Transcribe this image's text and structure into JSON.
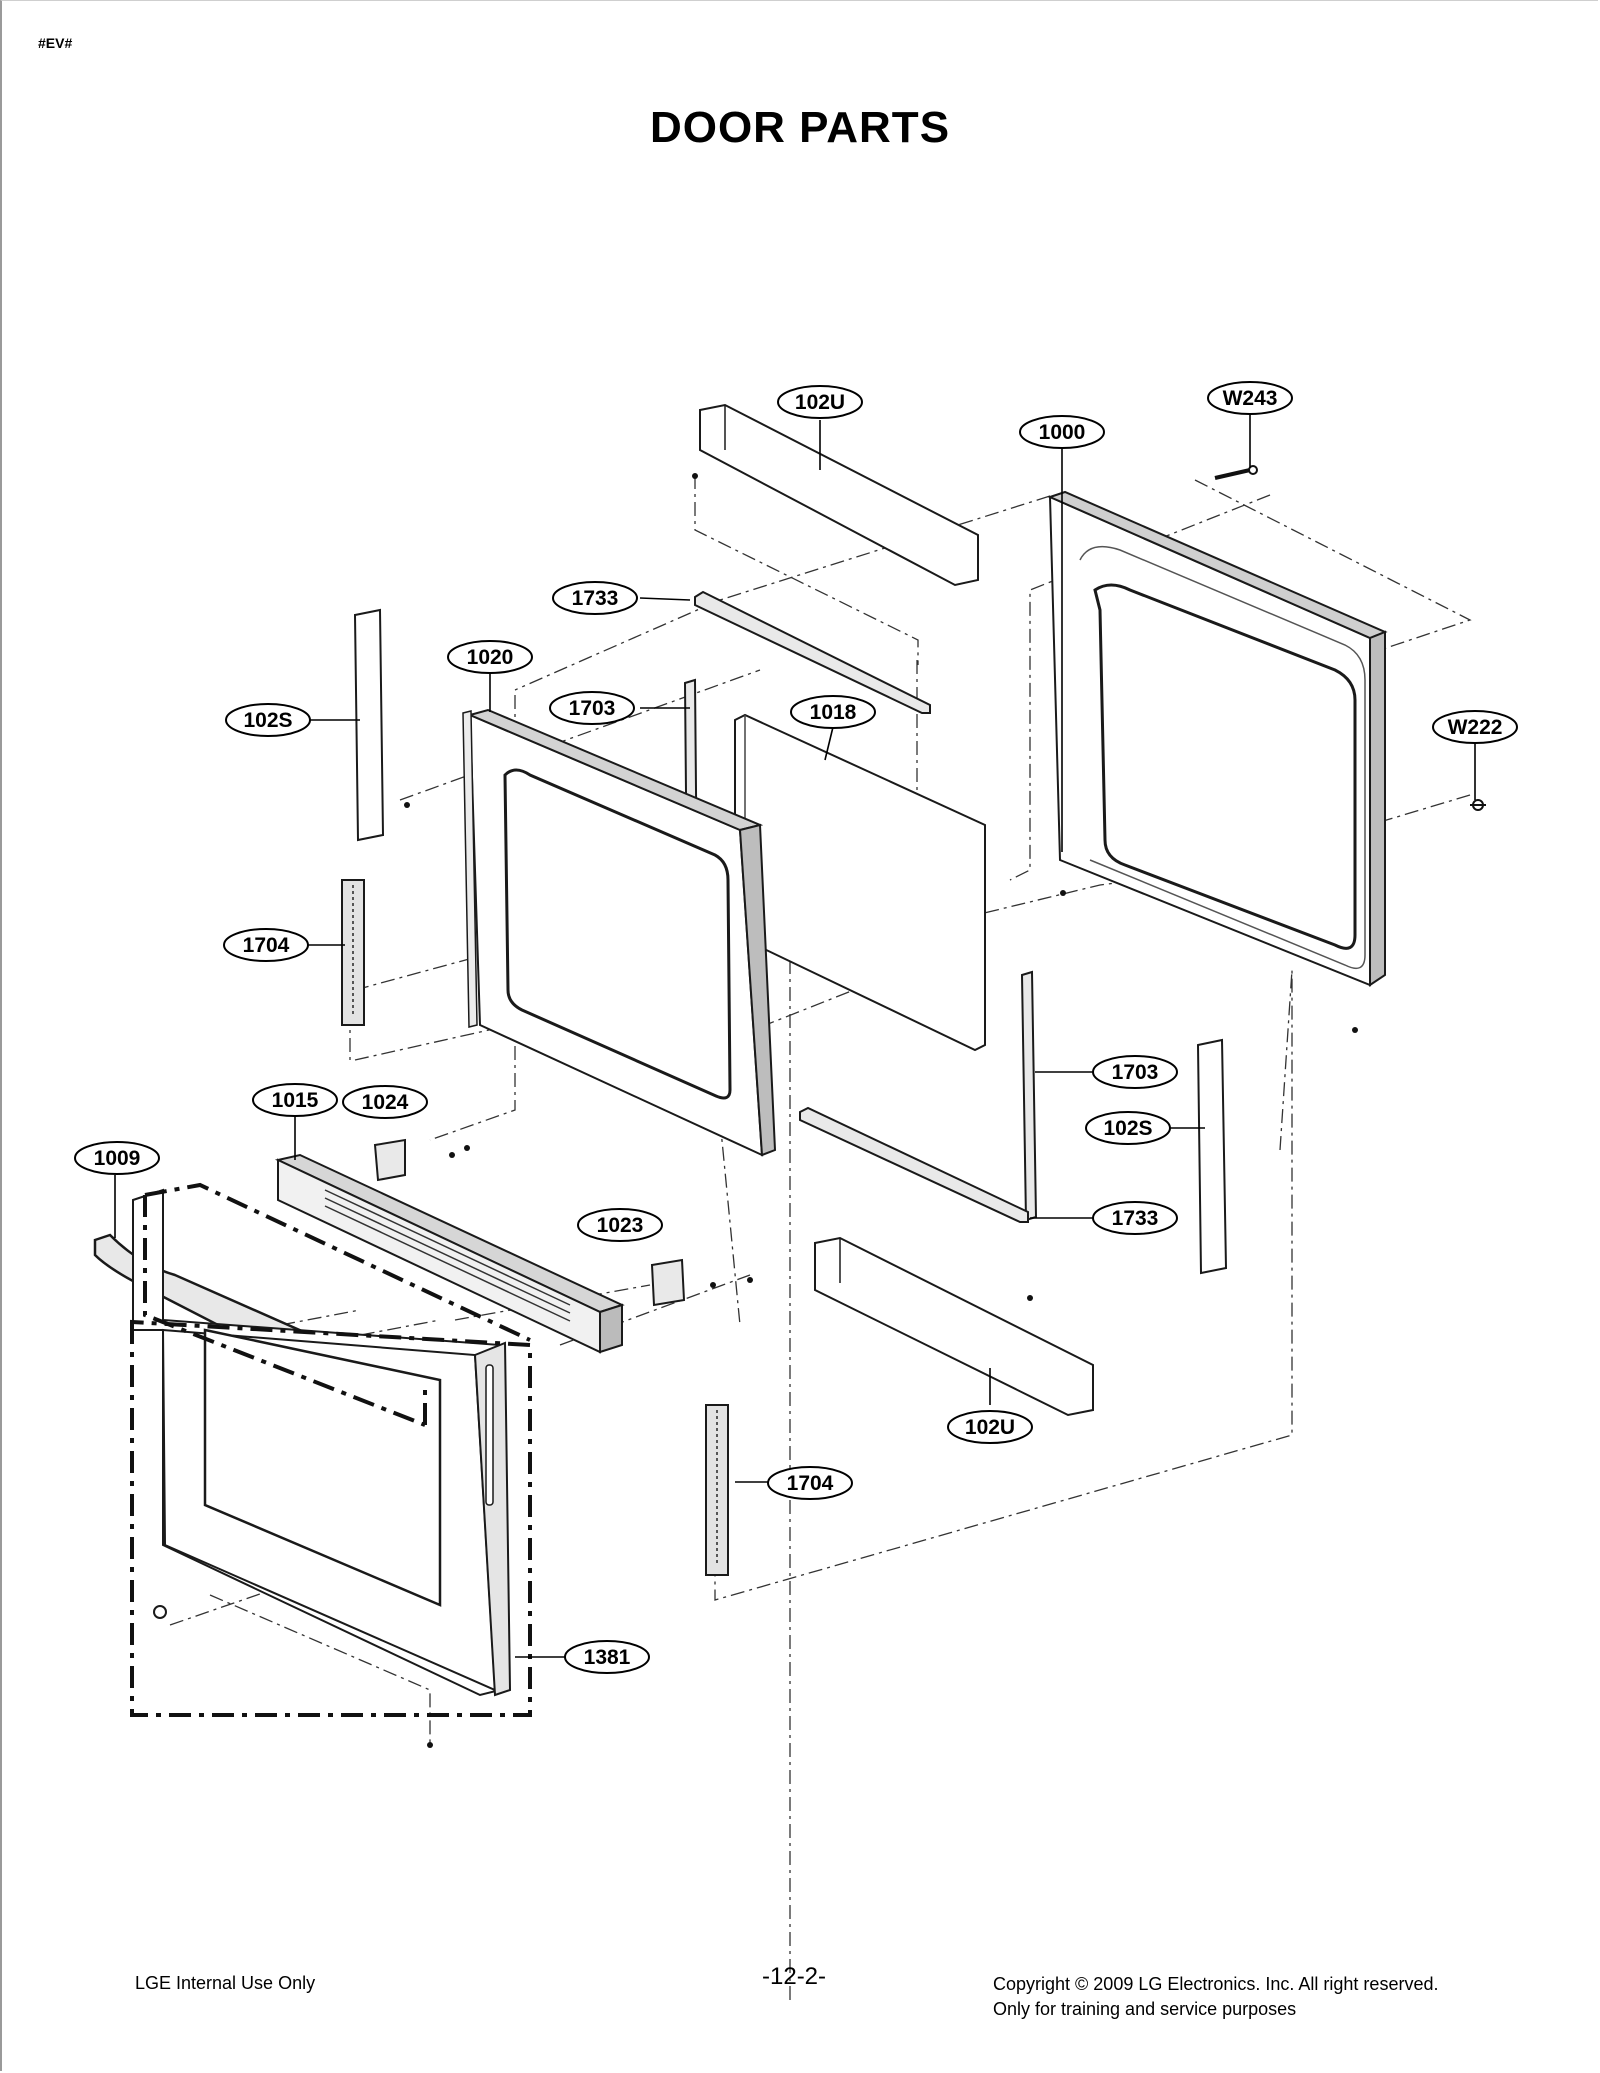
{
  "header": {
    "code": "#EV#",
    "title": "DOOR PARTS"
  },
  "callouts": [
    {
      "id": "102U_top",
      "label": "102U"
    },
    {
      "id": "W243",
      "label": "W243"
    },
    {
      "id": "1000",
      "label": "1000"
    },
    {
      "id": "1733_top",
      "label": "1733"
    },
    {
      "id": "1020",
      "label": "1020"
    },
    {
      "id": "102S_left",
      "label": "102S"
    },
    {
      "id": "1703_top",
      "label": "1703"
    },
    {
      "id": "1018",
      "label": "1018"
    },
    {
      "id": "W222",
      "label": "W222"
    },
    {
      "id": "1704_left",
      "label": "1704"
    },
    {
      "id": "1703_right",
      "label": "1703"
    },
    {
      "id": "1015",
      "label": "1015"
    },
    {
      "id": "1024",
      "label": "1024"
    },
    {
      "id": "102S_right",
      "label": "102S"
    },
    {
      "id": "1009",
      "label": "1009"
    },
    {
      "id": "1733_bottom",
      "label": "1733"
    },
    {
      "id": "1023",
      "label": "1023"
    },
    {
      "id": "102U_bottom",
      "label": "102U"
    },
    {
      "id": "1704_bottom",
      "label": "1704"
    },
    {
      "id": "1381",
      "label": "1381"
    }
  ],
  "footer": {
    "left": "LGE Internal Use Only",
    "page": "-12-2-",
    "copyright": "Copyright © 2009 LG Electronics. Inc. All right reserved.",
    "note": "Only for training and service purposes"
  }
}
